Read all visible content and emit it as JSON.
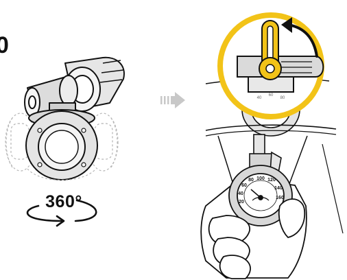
{
  "panel_left": {
    "step_number": "0",
    "rotation_label": "360°"
  },
  "gauges": {
    "top_gauge_ticks": [
      "40",
      "60",
      "80"
    ],
    "bottom_gauge_ticks": [
      "100",
      "80",
      "60",
      "40",
      "20",
      "120",
      "140",
      "160"
    ]
  },
  "colors": {
    "highlight": "#F2C318",
    "arrow": "#C8C8C8",
    "ink": "#111111",
    "metal": "#E6E6E6",
    "dashed": "#B5B5B5"
  },
  "icons": [
    "rotation-arrow-icon",
    "next-step-arrow-icon",
    "lever-lift-arrow-icon"
  ]
}
